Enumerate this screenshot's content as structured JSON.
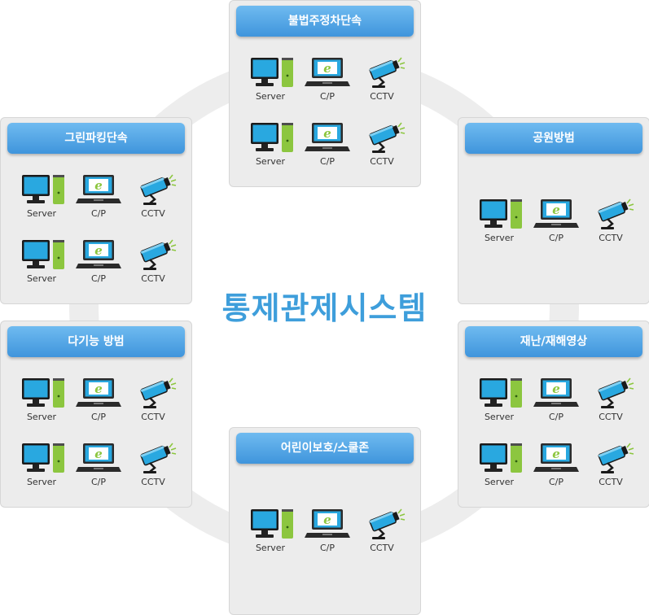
{
  "center_title": "통제관제시스템",
  "labels": {
    "server": "Server",
    "cp": "C/P",
    "cctv": "CCTV",
    "cp_glyph": "e"
  },
  "panels": [
    {
      "title": "불법주정차단속"
    },
    {
      "title": "그린파킹단속"
    },
    {
      "title": "공원방범"
    },
    {
      "title": "다기능 방범"
    },
    {
      "title": "재난/재해영상"
    },
    {
      "title": "어린이보호/스쿨존"
    }
  ],
  "colors": {
    "accent": "#3e9edb",
    "screen": "#29a8e0",
    "tower": "#8cc63f",
    "cp_green": "#8cc63f"
  }
}
